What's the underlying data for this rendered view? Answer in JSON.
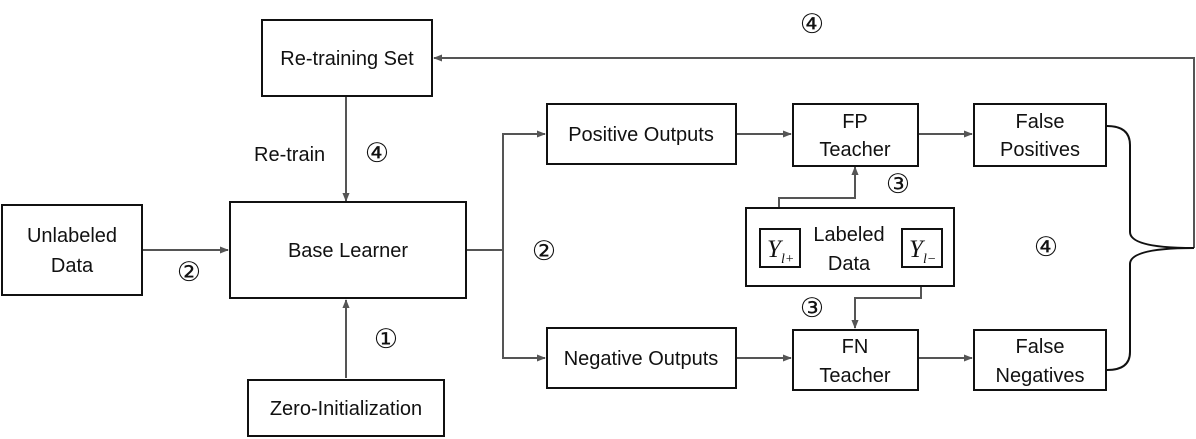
{
  "nodes": {
    "retraining_set": "Re-training Set",
    "unlabeled_data": [
      "Unlabeled",
      "Data"
    ],
    "base_learner": "Base Learner",
    "zero_init": "Zero-Initialization",
    "positive_outputs": "Positive Outputs",
    "negative_outputs": "Negative Outputs",
    "fp_teacher": [
      "FP",
      "Teacher"
    ],
    "fn_teacher": [
      "FN",
      "Teacher"
    ],
    "false_positives": [
      "False",
      "Positives"
    ],
    "false_negatives": [
      "False",
      "Negatives"
    ],
    "labeled_data": [
      "Labeled",
      "Data"
    ],
    "y_plus": {
      "main": "Y",
      "sub": "l+"
    },
    "y_minus": {
      "main": "Y",
      "sub": "l−"
    }
  },
  "labels": {
    "retrain": "Re-train"
  },
  "steps": {
    "one": "①",
    "two": "②",
    "three": "③",
    "four": "④"
  }
}
